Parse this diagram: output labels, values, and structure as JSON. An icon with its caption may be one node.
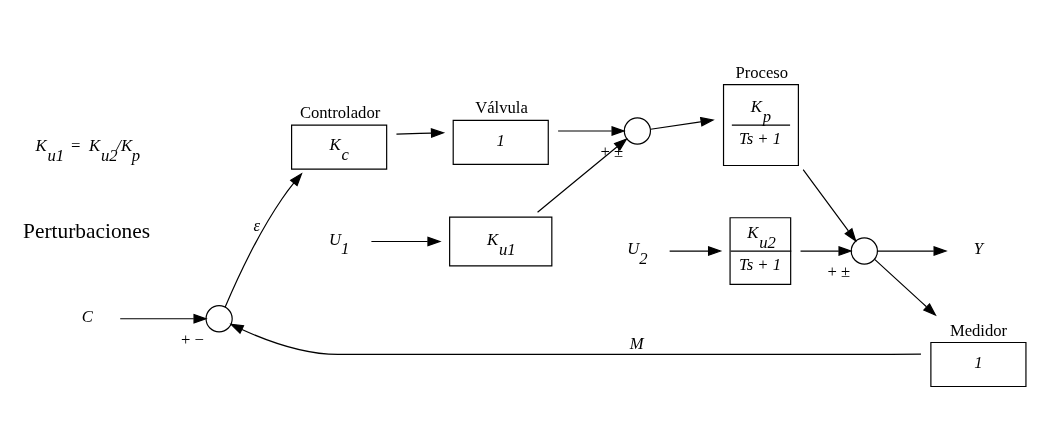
{
  "diagram": {
    "nodes": [
      {
        "text": [
          "C"
        ]
      },
      {
        "text": [],
        "shape": "circle",
        "beside": [
          "+",
          "−"
        ]
      },
      {
        "text": [
          "Controlador",
          "K$_{c}$"
        ]
      },
      {
        "text": [
          "Válvula",
          "1"
        ]
      },
      {
        "text": [
          "U$_{1}$"
        ]
      },
      {
        "text": [
          "K$_{u1}$"
        ]
      },
      {
        "text": [],
        "shape": "circle",
        "beside": [
          "+",
          "±"
        ]
      },
      {
        "text": [
          "Proceso",
          "K$_{p}$",
          "Ts + 1"
        ]
      },
      {
        "text": [
          "U$_{2}$"
        ]
      },
      {
        "text": [
          "K$_{u2}$",
          "Ts + 1"
        ]
      },
      {
        "text": [],
        "shape": "circle",
        "beside": [
          "+",
          "±"
        ]
      },
      {
        "text": [
          "Y"
        ]
      },
      {
        "text": [
          "Medidor",
          "1"
        ]
      }
    ],
    "edges": [
      {
        "from": 0,
        "to": 1,
        "arrow": "to"
      },
      {
        "from": 1,
        "to": 2,
        "arrow": "to",
        "label": "ε"
      },
      {
        "from": 2,
        "to": 3,
        "arrow": "to"
      },
      {
        "from": 3,
        "to": 6,
        "arrow": "to"
      },
      {
        "from": 4,
        "to": 5,
        "arrow": "to"
      },
      {
        "from": 5,
        "to": 6,
        "arrow": "to"
      },
      {
        "from": 6,
        "to": 7,
        "arrow": "to"
      },
      {
        "from": 7,
        "to": 10,
        "arrow": "to"
      },
      {
        "from": 8,
        "to": 9,
        "arrow": "to"
      },
      {
        "from": 9,
        "to": 10,
        "arrow": "to"
      },
      {
        "from": 10,
        "to": 11,
        "arrow": "to"
      },
      {
        "from": 10,
        "to": 12,
        "arrow": "to"
      },
      {
        "from": 12,
        "to": 1,
        "arrow": "to",
        "label": "M"
      }
    ],
    "labels": [
      "Perturbaciones",
      "K$_{u1}$ = K$_{u2}$/K$_{p}$"
    ]
  }
}
